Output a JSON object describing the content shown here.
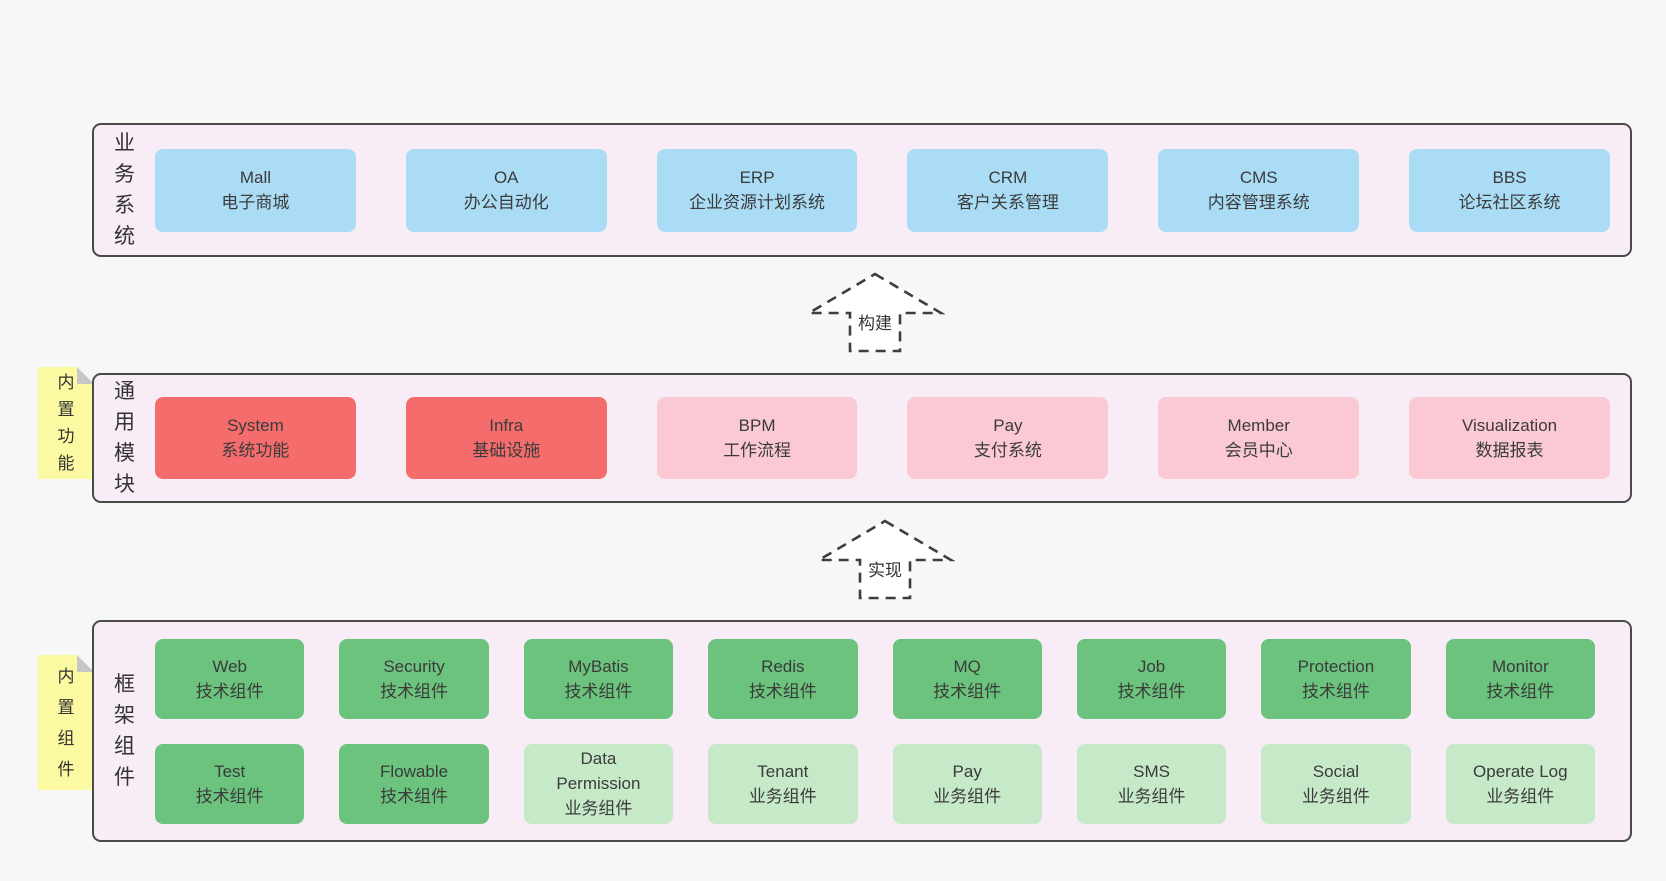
{
  "colors": {
    "page_background": "#f7f7f7",
    "panel_background": "#f8ecf7",
    "panel_border": "#4a4a4a",
    "business_system_box": "#aadcf6",
    "core_module_box": "#f56c6c",
    "optional_module_box": "#fbc9d3",
    "tech_component_box": "#6bc37e",
    "biz_component_box": "#c6e9c8",
    "note_background": "#fbf9a1",
    "note_fold": "#c6c6c6",
    "text": "#3b3b3b"
  },
  "arrows": [
    {
      "label": "构建"
    },
    {
      "label": "实现"
    }
  ],
  "sections": [
    {
      "label": "业务系统",
      "boxes": [
        {
          "name": "Mall",
          "desc": "电子商城",
          "variant": "blue"
        },
        {
          "name": "OA",
          "desc": "办公自动化",
          "variant": "blue"
        },
        {
          "name": "ERP",
          "desc": "企业资源计划系统",
          "variant": "blue"
        },
        {
          "name": "CRM",
          "desc": "客户关系管理",
          "variant": "blue"
        },
        {
          "name": "CMS",
          "desc": "内容管理系统",
          "variant": "blue"
        },
        {
          "name": "BBS",
          "desc": "论坛社区系统",
          "variant": "blue"
        }
      ]
    },
    {
      "label": "通用模块",
      "note": "内置功能",
      "boxes": [
        {
          "name": "System",
          "desc": "系统功能",
          "variant": "red"
        },
        {
          "name": "Infra",
          "desc": "基础设施",
          "variant": "red"
        },
        {
          "name": "BPM",
          "desc": "工作流程",
          "variant": "pink"
        },
        {
          "name": "Pay",
          "desc": "支付系统",
          "variant": "pink"
        },
        {
          "name": "Member",
          "desc": "会员中心",
          "variant": "pink"
        },
        {
          "name": "Visualization",
          "desc": "数据报表",
          "variant": "pink"
        }
      ]
    },
    {
      "label": "框架组件",
      "note": "内置组件",
      "rows": [
        [
          {
            "name": "Web",
            "desc": "技术组件",
            "variant": "green"
          },
          {
            "name": "Security",
            "desc": "技术组件",
            "variant": "green"
          },
          {
            "name": "MyBatis",
            "desc": "技术组件",
            "variant": "green"
          },
          {
            "name": "Redis",
            "desc": "技术组件",
            "variant": "green"
          },
          {
            "name": "MQ",
            "desc": "技术组件",
            "variant": "green"
          },
          {
            "name": "Job",
            "desc": "技术组件",
            "variant": "green"
          },
          {
            "name": "Protection",
            "desc": "技术组件",
            "variant": "green"
          },
          {
            "name": "Monitor",
            "desc": "技术组件",
            "variant": "green"
          }
        ],
        [
          {
            "name": "Test",
            "desc": "技术组件",
            "variant": "green"
          },
          {
            "name": "Flowable",
            "desc": "技术组件",
            "variant": "green"
          },
          {
            "name": "Data Permission",
            "desc": "业务组件",
            "variant": "lightgreen"
          },
          {
            "name": "Tenant",
            "desc": "业务组件",
            "variant": "lightgreen"
          },
          {
            "name": "Pay",
            "desc": "业务组件",
            "variant": "lightgreen"
          },
          {
            "name": "SMS",
            "desc": "业务组件",
            "variant": "lightgreen"
          },
          {
            "name": "Social",
            "desc": "业务组件",
            "variant": "lightgreen"
          },
          {
            "name": "Operate Log",
            "desc": "业务组件",
            "variant": "lightgreen"
          }
        ]
      ]
    }
  ]
}
